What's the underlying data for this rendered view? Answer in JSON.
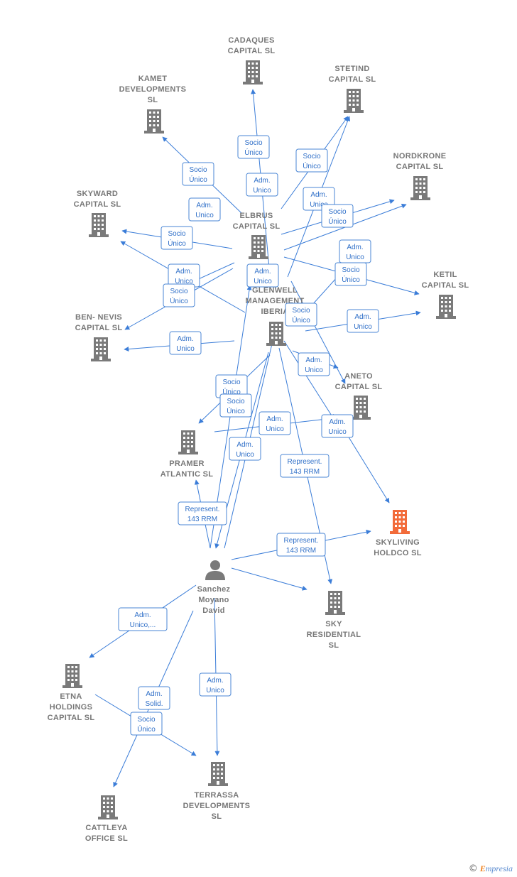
{
  "colors": {
    "building": "#7a7a7a",
    "building_focus": "#f26b3a",
    "edge": "#3b7dd8",
    "label": "#777777"
  },
  "nodes": [
    {
      "id": "cadaques",
      "icon": "building-icon",
      "lines": [
        "CADAQUES",
        "CAPITAL  SL"
      ]
    },
    {
      "id": "stetind",
      "icon": "building-icon",
      "lines": [
        "STETIND",
        "CAPITAL  SL"
      ]
    },
    {
      "id": "kamet",
      "icon": "building-icon",
      "lines": [
        "KAMET",
        "DEVELOPMENTS",
        "SL"
      ]
    },
    {
      "id": "nordkrone",
      "icon": "building-icon",
      "lines": [
        "NORDKRONE",
        "CAPITAL  SL"
      ]
    },
    {
      "id": "skyward",
      "icon": "building-icon",
      "lines": [
        "SKYWARD",
        "CAPITAL  SL"
      ]
    },
    {
      "id": "elbrus",
      "icon": "building-icon",
      "lines": [
        "ELBRUS",
        "CAPITAL  SL"
      ]
    },
    {
      "id": "ketil",
      "icon": "building-icon",
      "lines": [
        "KETIL",
        "CAPITAL  SL"
      ]
    },
    {
      "id": "glenwell",
      "icon": "building-icon",
      "lines": [
        "GLENWELL",
        "MANAGEMENT",
        "IBERIA"
      ]
    },
    {
      "id": "bennevis",
      "icon": "building-icon",
      "lines": [
        "BEN- NEVIS",
        "CAPITAL  SL"
      ]
    },
    {
      "id": "aneto",
      "icon": "building-icon",
      "lines": [
        "ANETO",
        "CAPITAL  SL"
      ]
    },
    {
      "id": "pramer",
      "icon": "building-icon",
      "lines": [
        "PRAMER",
        "ATLANTIC  SL"
      ]
    },
    {
      "id": "skyliving",
      "icon": "building-icon",
      "focus": true,
      "lines": [
        "SKYLIVING",
        "HOLDCO  SL"
      ]
    },
    {
      "id": "person",
      "icon": "person-icon",
      "lines": [
        "Sanchez",
        "Moyano",
        "David"
      ]
    },
    {
      "id": "skyres",
      "icon": "building-icon",
      "lines": [
        "SKY",
        "RESIDENTIAL",
        "SL"
      ]
    },
    {
      "id": "etna",
      "icon": "building-icon",
      "lines": [
        "ETNA",
        "HOLDINGS",
        "CAPITAL  SL"
      ]
    },
    {
      "id": "terrassa",
      "icon": "building-icon",
      "lines": [
        "TERRASSA",
        "DEVELOPMENTS",
        "SL"
      ]
    },
    {
      "id": "cattleya",
      "icon": "building-icon",
      "lines": [
        "CATTLEYA",
        "OFFICE  SL"
      ]
    }
  ],
  "edge_labels": [
    {
      "id": "l1",
      "lines": [
        "Socio",
        "Único"
      ]
    },
    {
      "id": "l2",
      "lines": [
        "Adm.",
        "Unico"
      ]
    },
    {
      "id": "l3",
      "lines": [
        "Socio",
        "Único"
      ]
    },
    {
      "id": "l4",
      "lines": [
        "Socio",
        "Único"
      ]
    },
    {
      "id": "l5",
      "lines": [
        "Adm.",
        "Unico"
      ]
    },
    {
      "id": "l6",
      "lines": [
        "Adm.",
        "Unico"
      ]
    },
    {
      "id": "l7",
      "lines": [
        "Socio",
        "Único"
      ]
    },
    {
      "id": "l8",
      "lines": [
        "Socio",
        "Único"
      ]
    },
    {
      "id": "l9",
      "lines": [
        "Adm.",
        "Unico"
      ]
    },
    {
      "id": "l10",
      "lines": [
        "Adm.",
        "Unico"
      ]
    },
    {
      "id": "l11",
      "lines": [
        "Adm.",
        "Unico"
      ]
    },
    {
      "id": "l12",
      "lines": [
        "Socio",
        "Único"
      ]
    },
    {
      "id": "l13",
      "lines": [
        "Socio",
        "Único"
      ]
    },
    {
      "id": "l14",
      "lines": [
        "Socio",
        "Único"
      ]
    },
    {
      "id": "l15",
      "lines": [
        "Adm.",
        "Unico"
      ]
    },
    {
      "id": "l16",
      "lines": [
        "Adm.",
        "Unico"
      ]
    },
    {
      "id": "l17",
      "lines": [
        "Adm.",
        "Unico"
      ]
    },
    {
      "id": "l18",
      "lines": [
        "Socio",
        "Único"
      ]
    },
    {
      "id": "l19",
      "lines": [
        "Socio",
        "Único"
      ]
    },
    {
      "id": "l20",
      "lines": [
        "Adm.",
        "Unico"
      ]
    },
    {
      "id": "l21",
      "lines": [
        "Adm.",
        "Unico"
      ]
    },
    {
      "id": "l22",
      "lines": [
        "Adm.",
        "Unico"
      ]
    },
    {
      "id": "l23",
      "lines": [
        "Represent.",
        "143 RRM"
      ]
    },
    {
      "id": "l24",
      "lines": [
        "Represent.",
        "143 RRM"
      ]
    },
    {
      "id": "l25",
      "lines": [
        "Represent.",
        "143 RRM"
      ]
    },
    {
      "id": "l26",
      "lines": [
        "Adm.",
        "Unico,..."
      ]
    },
    {
      "id": "l27",
      "lines": [
        "Adm.",
        "Solid."
      ]
    },
    {
      "id": "l28",
      "lines": [
        "Socio",
        "Único"
      ]
    },
    {
      "id": "l29",
      "lines": [
        "Adm.",
        "Unico"
      ]
    }
  ],
  "credit": {
    "symbol": "©",
    "brand_initial": "E",
    "brand_rest": "mpresia"
  }
}
